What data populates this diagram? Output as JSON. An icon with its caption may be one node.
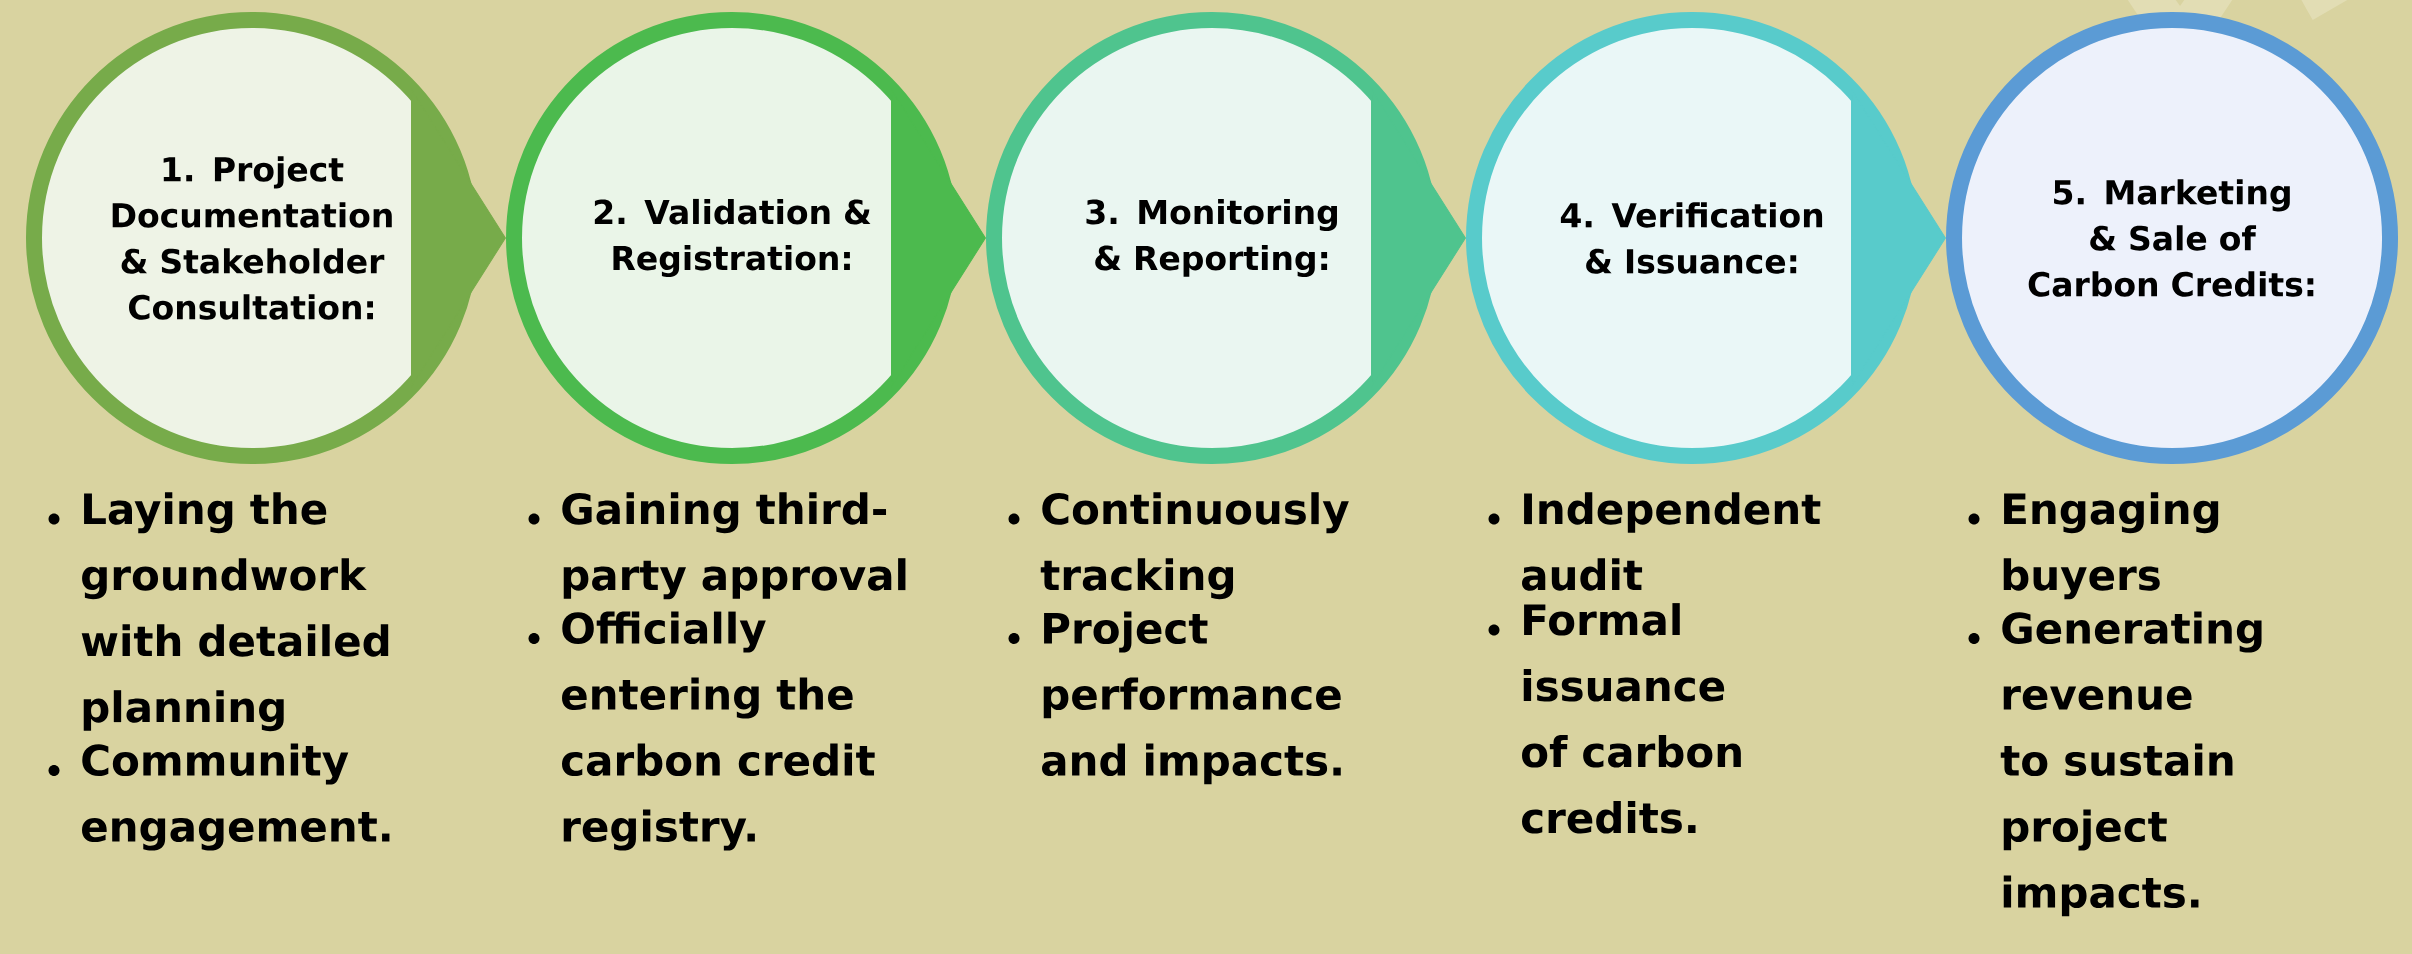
{
  "diagram": {
    "nodes": [
      {
        "text": [
          "1. Project Documentation & Stakeholder Consultation:"
        ],
        "beside": [
          "Laying the groundwork with detailed planning",
          "Community engagement."
        ]
      },
      {
        "text": [
          "2. Validation & Registration:"
        ],
        "beside": [
          "Gaining third-party approval",
          "Officially entering the carbon credit registry."
        ]
      },
      {
        "text": [
          "3. Monitoring & Reporting:"
        ],
        "beside": [
          "Continuously tracking",
          "Project performance and impacts."
        ]
      },
      {
        "text": [
          "4. Verification & Issuance:"
        ],
        "beside": [
          "Independent audit",
          "Formal issuance of carbon credits."
        ]
      },
      {
        "text": [
          "5. Marketing & Sale of Carbon Credits:"
        ],
        "beside": [
          "Engaging buyers",
          "Generating revenue to sustain project impacts."
        ]
      }
    ],
    "edges": [
      {
        "from": 0,
        "to": 1,
        "arrow": "to",
        "color": "#77ab4a"
      },
      {
        "from": 1,
        "to": 2,
        "arrow": "to",
        "color": "#4cba4e"
      },
      {
        "from": 2,
        "to": 3,
        "arrow": "to",
        "color": "#4fc48e"
      },
      {
        "from": 3,
        "to": 4,
        "arrow": "to",
        "color": "#58cbcb"
      }
    ]
  }
}
